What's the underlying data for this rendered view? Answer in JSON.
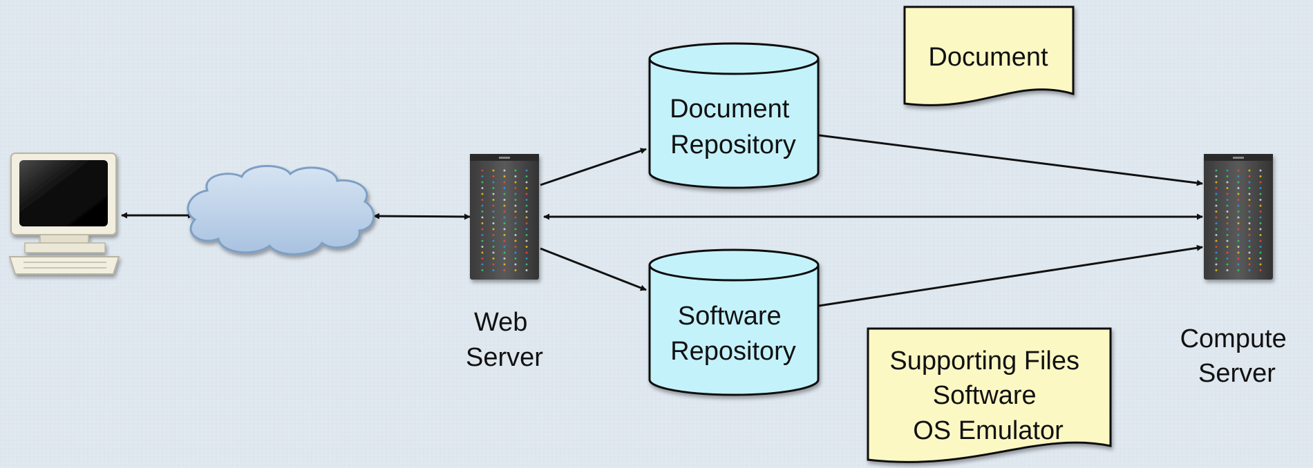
{
  "labels": {
    "web_server": [
      "Web",
      "Server"
    ],
    "compute_server": [
      "Compute",
      "Server"
    ],
    "document_repository": [
      "Document",
      "Repository"
    ],
    "software_repository": [
      "Software",
      "Repository"
    ],
    "document_note": [
      "Document"
    ],
    "supporting_note": [
      "Supporting Files",
      "Software",
      "OS Emulator"
    ]
  },
  "icons": {
    "client": "desktop-computer-icon",
    "network": "cloud-icon",
    "web_server": "server-rack-icon",
    "compute_server": "server-rack-icon",
    "repositories": "database-cylinder-icon",
    "notes": "document-icon"
  },
  "colors": {
    "background": "#dfe7ef",
    "cylinder_fill": "#c4f2fb",
    "note_fill": "#fbf8c4",
    "cloud_fill": "#b9d0ea",
    "cloud_stroke": "#7e9fc4",
    "server_body": "#4a4a4a",
    "arrow": "#111111"
  }
}
